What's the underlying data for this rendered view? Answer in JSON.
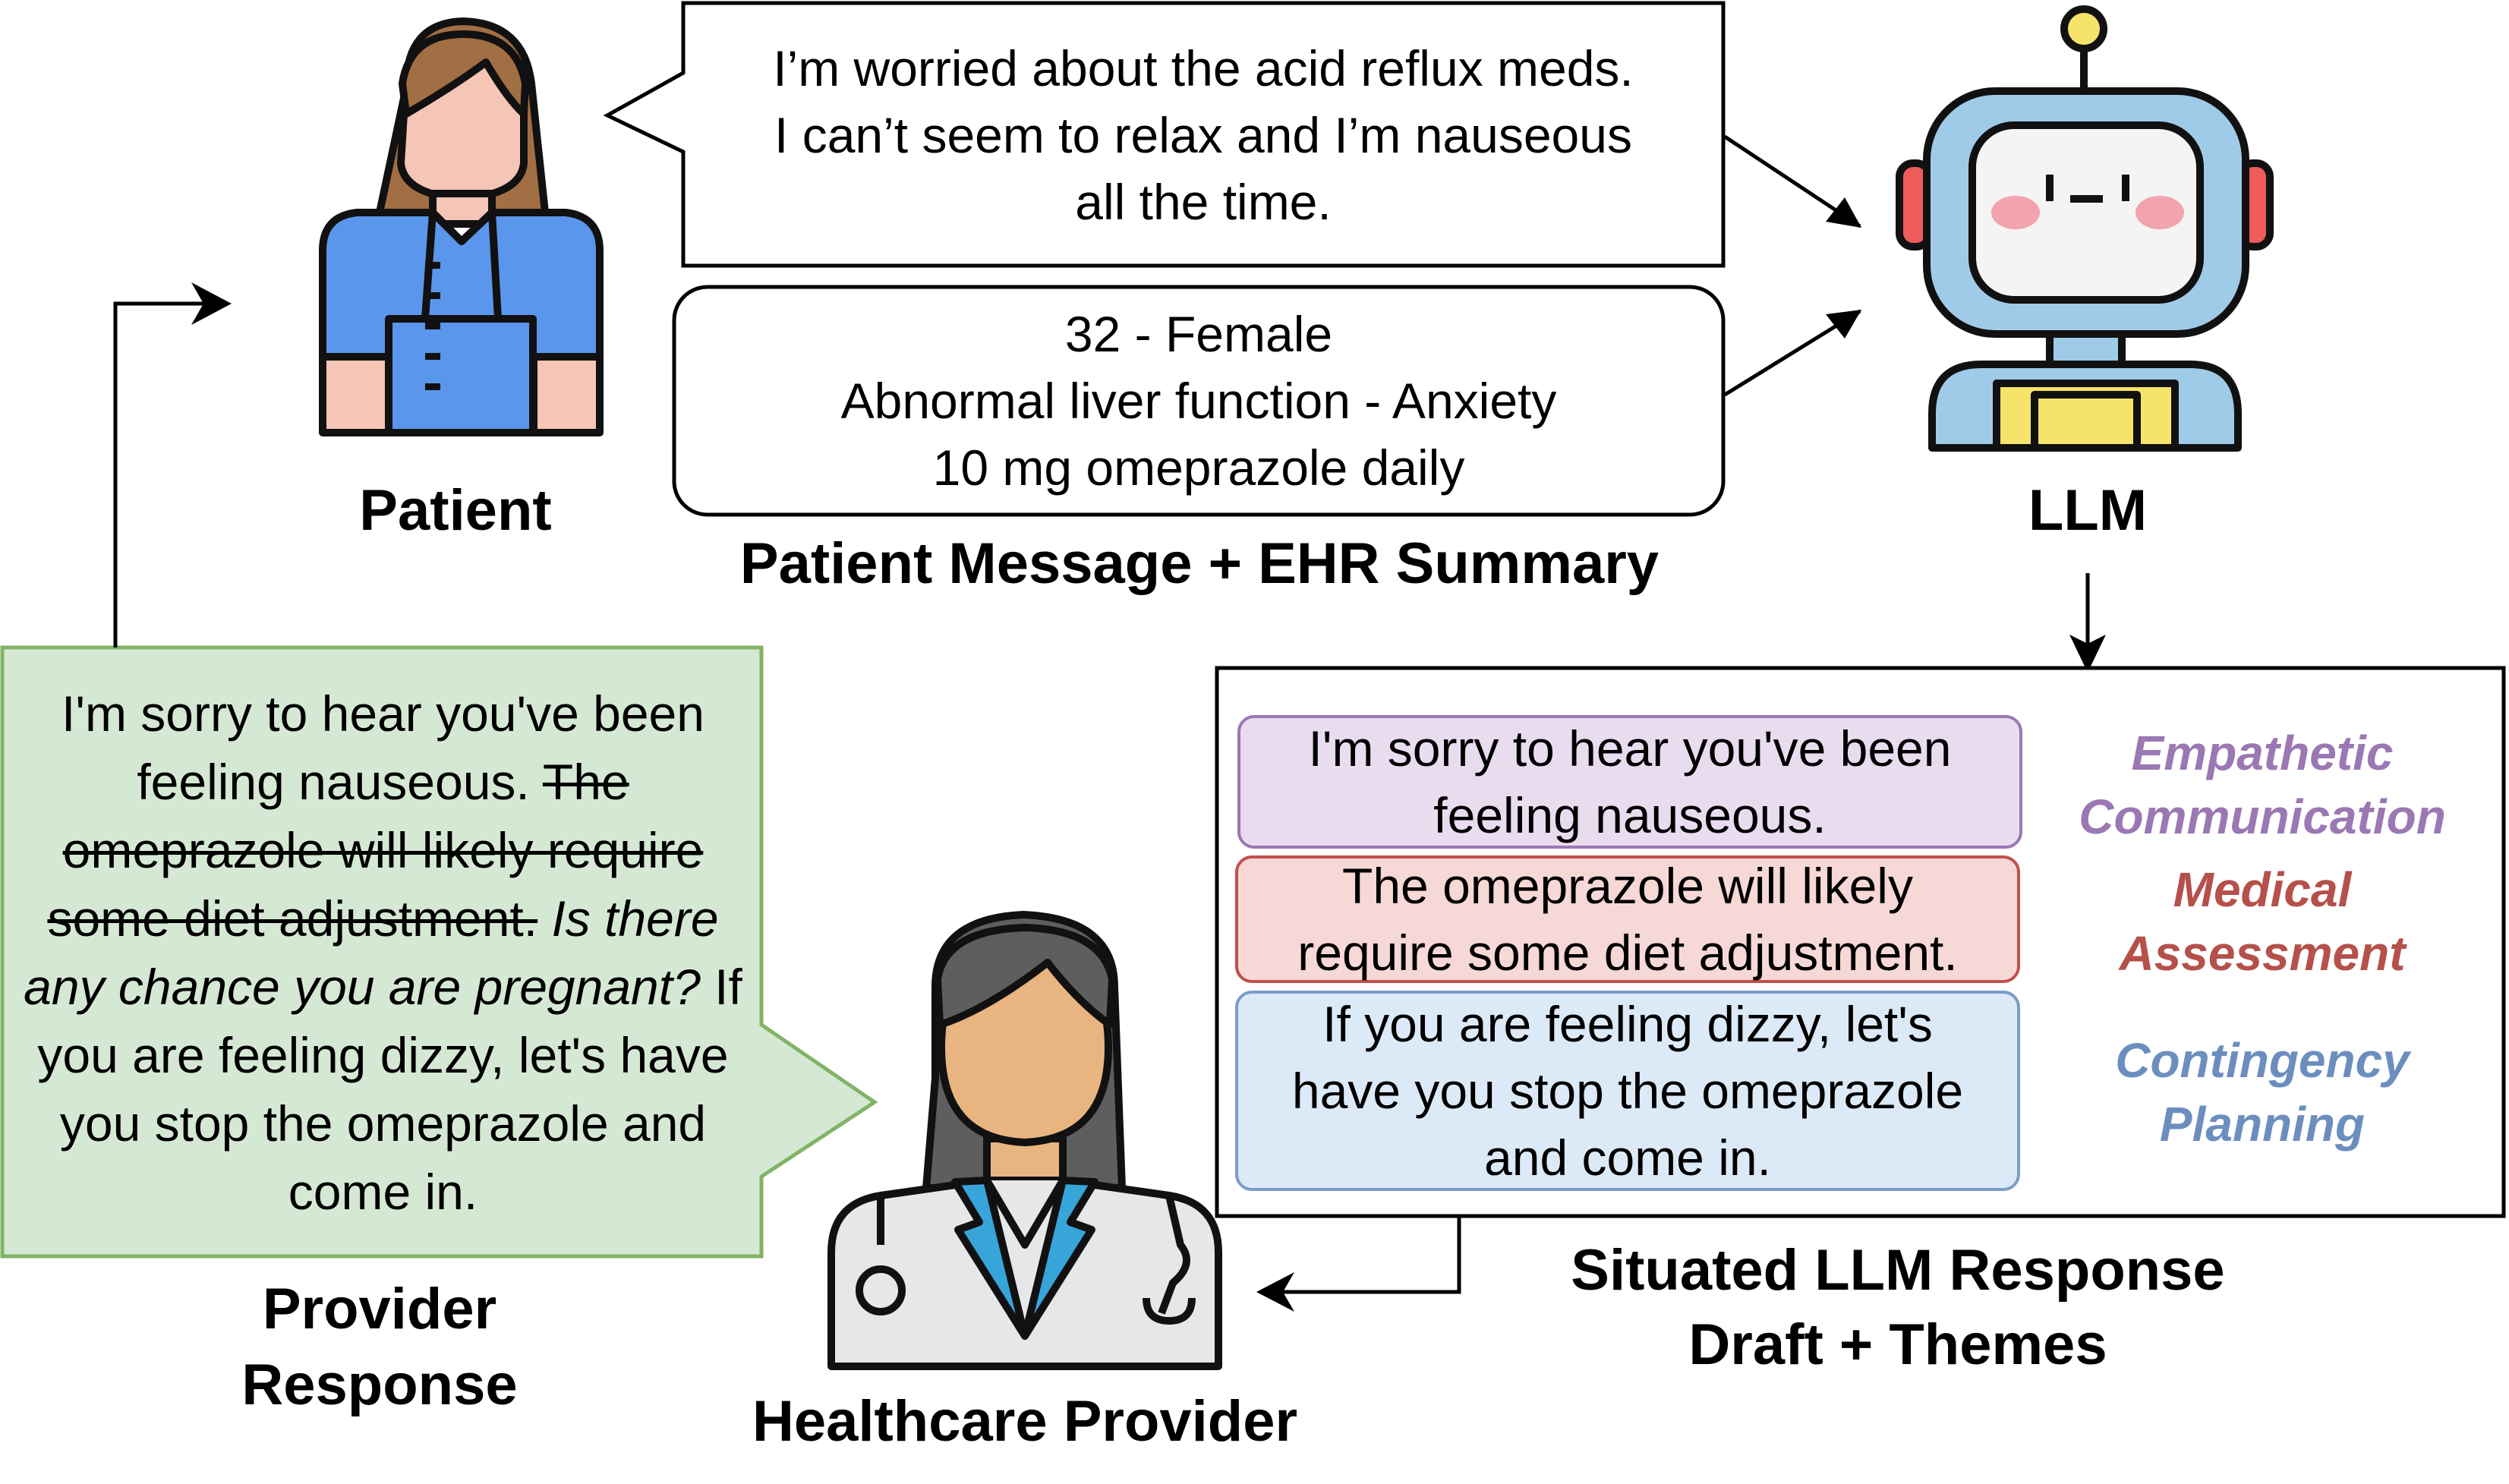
{
  "patient": {
    "label": "Patient",
    "message_lines": [
      "I’m worried about the acid reflux meds.",
      "I can’t seem to relax and I’m nauseous",
      "all the time."
    ]
  },
  "ehr": {
    "lines": [
      "32 - Female",
      "Abnormal liver function - Anxiety",
      "10 mg omeprazole daily"
    ]
  },
  "input_caption": "Patient Message + EHR Summary",
  "llm": {
    "label": "LLM"
  },
  "draft": {
    "caption_lines": [
      "Situated LLM Response",
      "Draft + Themes"
    ],
    "segments": [
      {
        "lines": [
          "I'm sorry to hear you've been",
          "feeling nauseous."
        ],
        "theme_lines": [
          "Empathetic",
          "Communication"
        ],
        "theme_color": "#9b77b3",
        "fill": "#e9dcef",
        "border": "#9b77b3"
      },
      {
        "lines": [
          "The omeprazole will likely",
          "require some diet adjustment."
        ],
        "theme_lines": [
          "Medical",
          "Assessment"
        ],
        "theme_color": "#b5504b",
        "fill": "#f6d8d6",
        "border": "#c0504d"
      },
      {
        "lines": [
          "If you are feeling dizzy, let's",
          "have you stop the omeprazole",
          "and come in."
        ],
        "theme_lines": [
          "Contingency",
          "Planning"
        ],
        "theme_color": "#6c8ebf",
        "fill": "#dce9f7",
        "border": "#7c9cc8"
      }
    ]
  },
  "provider_response": {
    "label_lines": [
      "Provider",
      "Response"
    ],
    "p1": "I'm sorry to hear you've been feeling nauseous.",
    "struck": "The omeprazole will likely require some diet adjustment.",
    "added": "Is there any chance you are pregnant?",
    "p2": "If you are feeling dizzy, let's have you stop the omeprazole and come in.",
    "fill": "#d5e8d4",
    "border": "#82b366"
  },
  "provider": {
    "label": "Healthcare Provider"
  },
  "icons": [
    "patient-icon",
    "robot-icon",
    "doctor-icon",
    "arrow-icon"
  ]
}
